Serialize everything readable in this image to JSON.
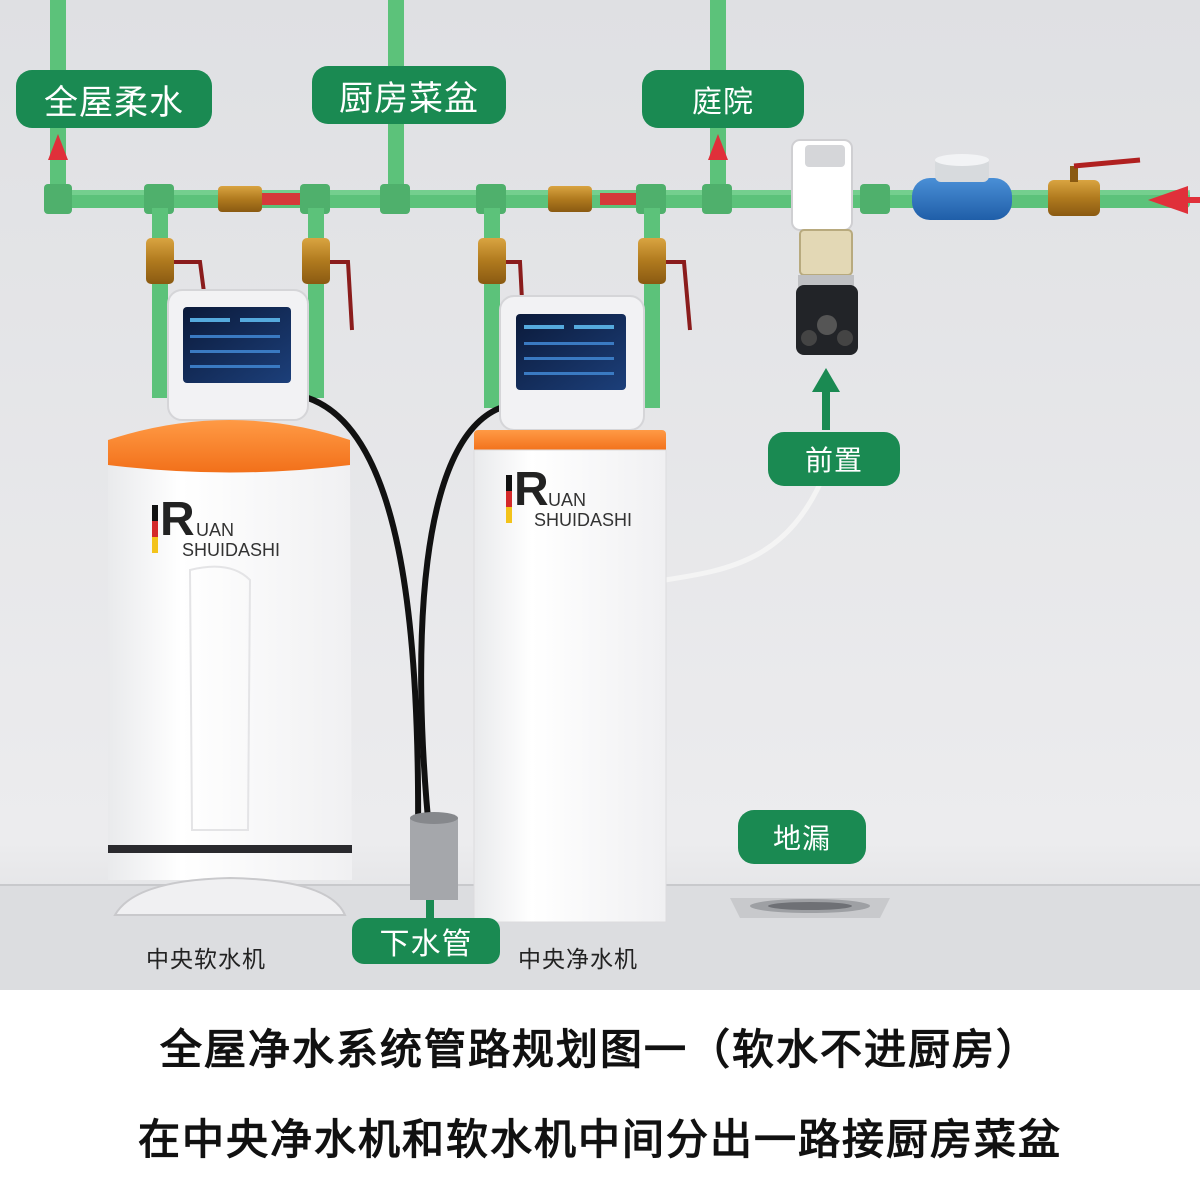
{
  "labels": {
    "whole_house_soft": "全屋柔水",
    "kitchen_sink": "厨房菜盆",
    "courtyard": "庭院",
    "pre_filter": "前置",
    "floor_drain": "地漏",
    "drain_pipe": "下水管"
  },
  "machines": {
    "softener_caption": "中央软水机",
    "purifier_caption": "中央净水机",
    "brand_line1": "UAN",
    "brand_line2": "SHUIDASHI",
    "brand_initial": "R"
  },
  "footer": {
    "line1": "全屋净水系统管路规划图一（软水不进厨房）",
    "line2": "在中央净水机和软水机中间分出一路接厨房菜盆"
  },
  "colors": {
    "label_bg": "#1a8a52",
    "pipe": "#5cc27a",
    "accent_orange": "#f47a20",
    "arrow_red": "#e0303a",
    "wall": "#e6e7ea"
  }
}
